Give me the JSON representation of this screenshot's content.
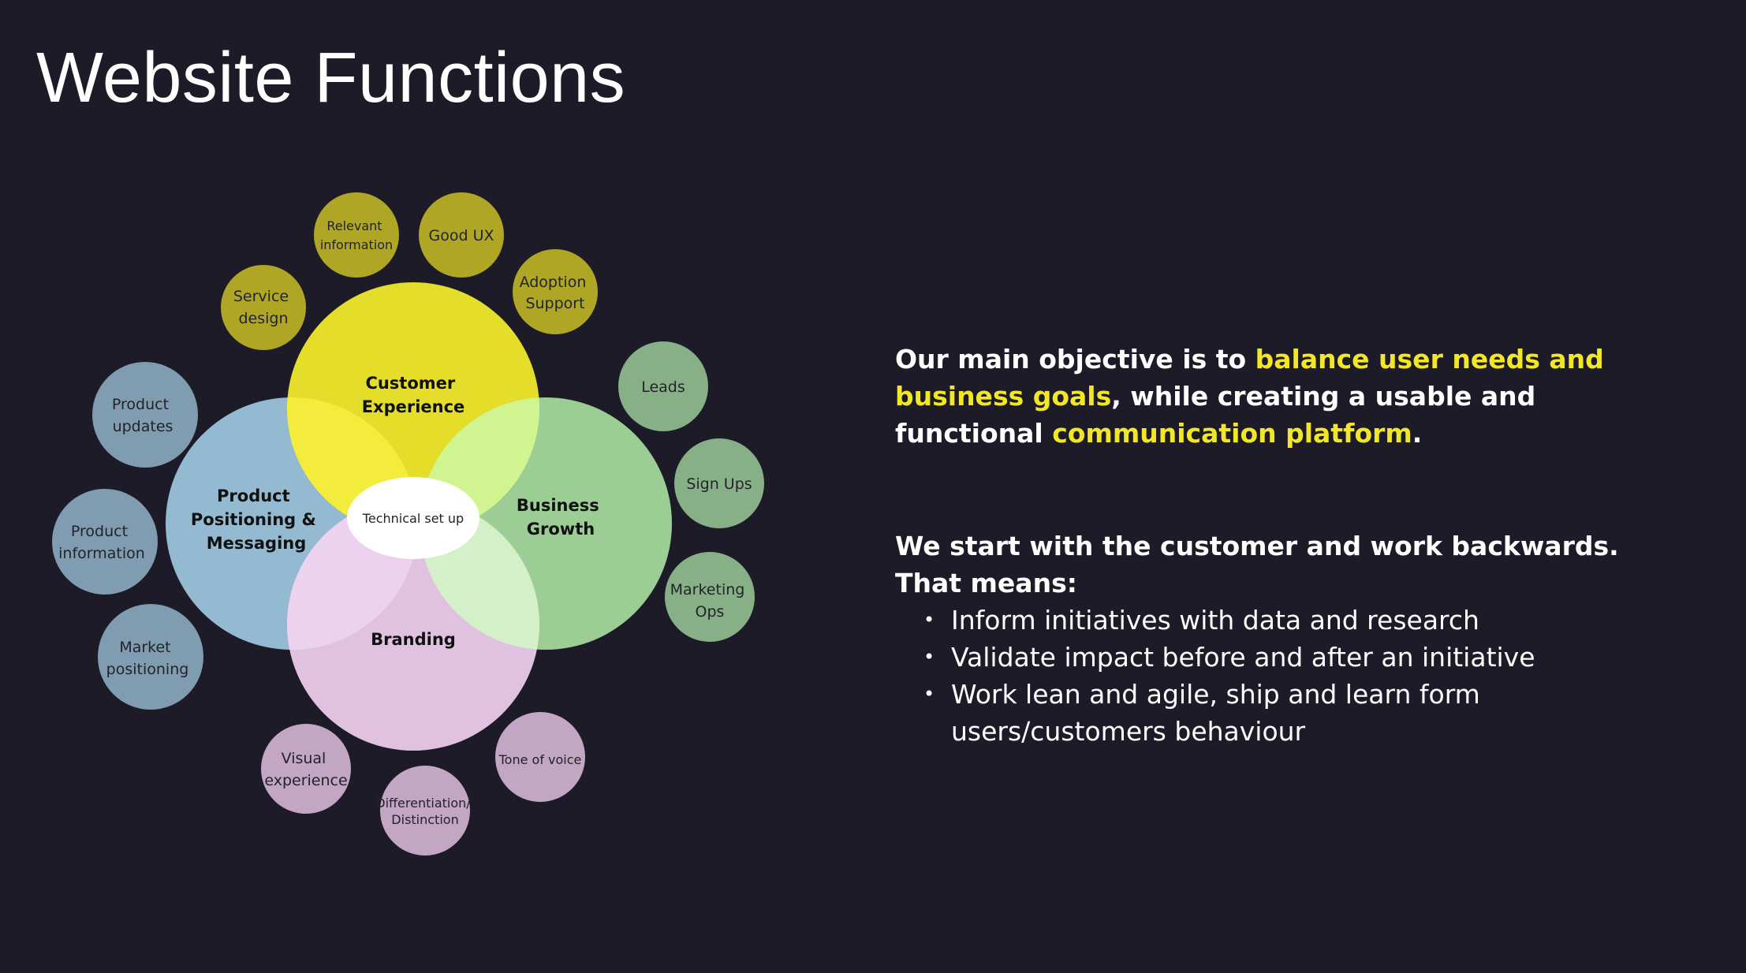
{
  "title": "Website Functions",
  "diagram": {
    "core": [
      {
        "id": "customer-experience",
        "lines": [
          "Customer",
          "Experience"
        ],
        "color": "#e4dd2a"
      },
      {
        "id": "product-positioning",
        "lines": [
          "Product",
          "Positioning &",
          "Messaging"
        ],
        "color": "#93bad0"
      },
      {
        "id": "business-growth",
        "lines": [
          "Business",
          "Growth"
        ],
        "color": "#9ccd94"
      },
      {
        "id": "branding",
        "lines": [
          "Branding"
        ],
        "color": "#e0c2e0"
      }
    ],
    "center": "Technical set up",
    "satellites": {
      "customer": [
        {
          "lines": [
            "Relevant",
            "information"
          ],
          "color": "#b0a626"
        },
        {
          "lines": [
            "Good UX"
          ],
          "color": "#b0a626"
        },
        {
          "lines": [
            "Adoption",
            "Support"
          ],
          "color": "#b0a626"
        },
        {
          "lines": [
            "Service",
            "design"
          ],
          "color": "#b0a626"
        }
      ],
      "growth": [
        {
          "lines": [
            "Leads"
          ],
          "color": "#88b086"
        },
        {
          "lines": [
            "Sign Ups"
          ],
          "color": "#88b086"
        },
        {
          "lines": [
            "Marketing",
            "Ops"
          ],
          "color": "#88b086"
        }
      ],
      "positioning": [
        {
          "lines": [
            "Product",
            "updates"
          ],
          "color": "#7f9cb0"
        },
        {
          "lines": [
            "Product",
            "information"
          ],
          "color": "#7f9cb0"
        },
        {
          "lines": [
            "Market",
            "positioning"
          ],
          "color": "#7f9cb0"
        }
      ],
      "branding": [
        {
          "lines": [
            "Visual",
            "experience"
          ],
          "color": "#c2a6c4"
        },
        {
          "lines": [
            "Differentiation/",
            "Distinction"
          ],
          "color": "#c2a6c4"
        },
        {
          "lines": [
            "Tone of voice"
          ],
          "color": "#c2a6c4"
        }
      ]
    }
  },
  "objective": {
    "part1": "Our main objective is to ",
    "highlight1": "balance user needs and business goals",
    "part2": ", while creating a usable and functional ",
    "highlight2": "communication platform",
    "part3": "."
  },
  "approach": {
    "heading_line1": "We start with the customer and work backwards.",
    "heading_line2": "That means:",
    "bullet_glyph": "•",
    "items": [
      "Inform initiatives with data and research",
      "Validate impact before and after an initiative",
      "Work lean and agile, ship and learn form users/customers behaviour"
    ]
  },
  "colors": {
    "background": "#1c1b27",
    "highlight": "#f2e727",
    "overlap_yellow": "#f3ec3c",
    "overlap_lime": "#d0f590",
    "overlap_pale_green": "#d3f0c8",
    "overlap_pink": "#ecd2ef"
  }
}
